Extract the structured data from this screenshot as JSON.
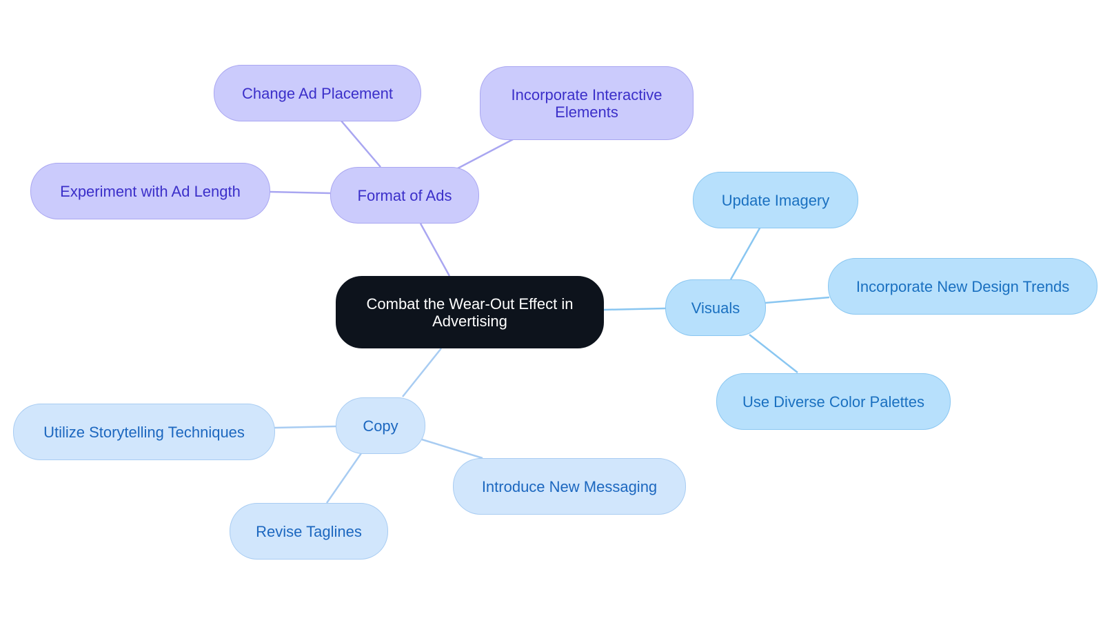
{
  "diagram": {
    "type": "mind-map",
    "root": {
      "id": "root",
      "label": "Combat the Wear-Out Effect in Advertising"
    },
    "branches": [
      {
        "id": "format",
        "label": "Format of Ads",
        "color": "#cbcbfc",
        "children": [
          {
            "id": "placement",
            "label": "Change Ad Placement"
          },
          {
            "id": "interactive",
            "label": "Incorporate Interactive Elements"
          },
          {
            "id": "length",
            "label": "Experiment with Ad Length"
          }
        ]
      },
      {
        "id": "visuals",
        "label": "Visuals",
        "color": "#b7e0fc",
        "children": [
          {
            "id": "imagery",
            "label": "Update Imagery"
          },
          {
            "id": "trends",
            "label": "Incorporate New Design Trends"
          },
          {
            "id": "palettes",
            "label": "Use Diverse Color Palettes"
          }
        ]
      },
      {
        "id": "copy",
        "label": "Copy",
        "color": "#d1e6fc",
        "children": [
          {
            "id": "storytelling",
            "label": "Utilize Storytelling Techniques"
          },
          {
            "id": "messaging",
            "label": "Introduce New Messaging"
          },
          {
            "id": "taglines",
            "label": "Revise Taglines"
          }
        ]
      }
    ],
    "colors": {
      "root_fill": "#0d131c",
      "purple_edge": "#a9a6f1",
      "blue_edge": "#89c6f1",
      "lightblue_edge": "#a8ccf2"
    }
  }
}
